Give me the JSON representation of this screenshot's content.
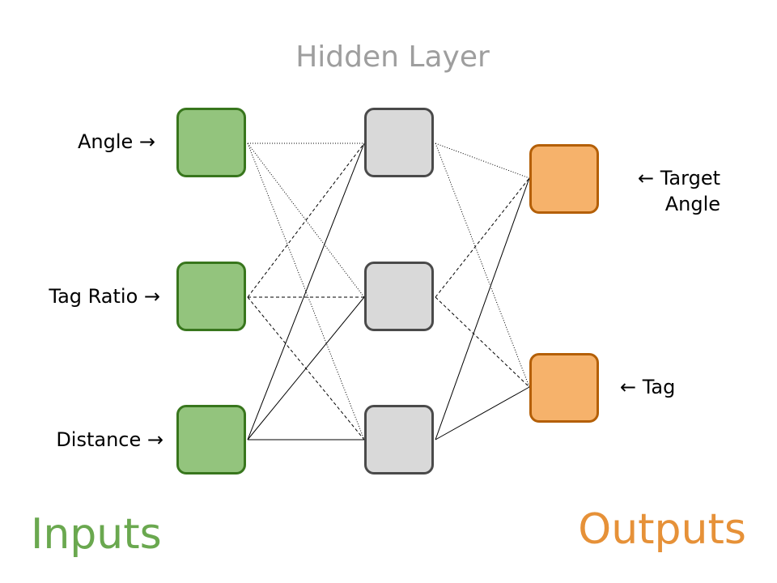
{
  "titles": {
    "hidden_layer": "Hidden Layer",
    "inputs": "Inputs",
    "outputs": "Outputs"
  },
  "inputs": [
    {
      "label": "Angle →"
    },
    {
      "label": "Tag Ratio →"
    },
    {
      "label": "Distance →"
    }
  ],
  "outputs": [
    {
      "label_line1": "← Target",
      "label_line2": "Angle"
    },
    {
      "label_line1": "← Tag",
      "label_line2": ""
    }
  ],
  "colors": {
    "input_fill": "#93c47d",
    "input_border": "#38761d",
    "hidden_fill": "#d9d9d9",
    "hidden_border": "#4a4a4a",
    "output_fill": "#f6b26b",
    "output_border": "#b45f06",
    "inputs_title": "#6aa84f",
    "outputs_title": "#e69138",
    "hidden_title": "#9e9e9e"
  }
}
